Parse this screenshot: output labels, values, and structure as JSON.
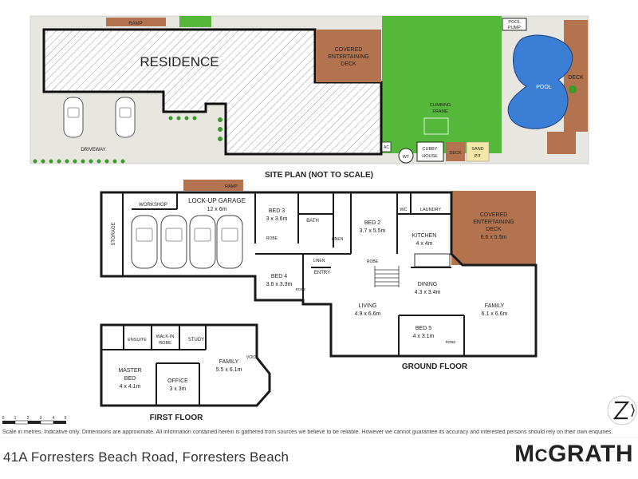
{
  "site_plan": {
    "caption": "SITE PLAN (NOT TO SCALE)",
    "residence": "RESIDENCE",
    "ramp": "RAMP",
    "covered_deck": [
      "COVERED",
      "ENTERTAINING",
      "DECK"
    ],
    "pool_pump": [
      "POOL",
      "PUMP"
    ],
    "pool": "POOL",
    "deck": "DECK",
    "climbing_frame": [
      "CLIMBING",
      "FRAME"
    ],
    "cubby_house": [
      "CUBBY",
      "HOUSE"
    ],
    "sand_pit": [
      "SAND",
      "PIT"
    ],
    "wt": "WT",
    "ac": "AC",
    "driveway": "DRIVEWAY"
  },
  "ground_floor": {
    "caption": "GROUND FLOOR",
    "ramp": "RAMP",
    "workshop": "WORKSHOP",
    "garage": {
      "name": "LOCK-UP GARAGE",
      "size": "12 x 6m"
    },
    "storage": "STORAGE",
    "bed3": {
      "name": "BED 3",
      "size": "3 x 3.6m"
    },
    "bath": "BATH",
    "wc": "WC",
    "laundry": "LAUNDRY",
    "bed2": {
      "name": "BED 2",
      "size": "3.7 x 5.5m"
    },
    "kitchen": {
      "name": "KITCHEN",
      "size": "4 x 4m"
    },
    "deck": {
      "name": [
        "COVERED",
        "ENTERTAINING",
        "DECK"
      ],
      "size": "6.6 x 5.5m"
    },
    "bed4": {
      "name": "BED 4",
      "size": "3.6 x 3.3m"
    },
    "entry": "ENTRY",
    "linen": "LINEN",
    "robe": "ROBE",
    "dining": {
      "name": "DINING",
      "size": "4.3 x 3.4m"
    },
    "living": {
      "name": "LIVING",
      "size": "4.9 x 6.6m"
    },
    "family": {
      "name": "FAMILY",
      "size": "6.1 x 6.6m"
    },
    "bed5": {
      "name": "BED 5",
      "size": "4 x 3.1m"
    }
  },
  "first_floor": {
    "caption": "FIRST FLOOR",
    "ensuite": "ENSUITE",
    "walkin": [
      "WALK-IN",
      "ROBE"
    ],
    "study": "STUDY",
    "family": {
      "name": "FAMILY",
      "size": "5.5 x 6.1m"
    },
    "void": "VOID",
    "master": {
      "name": [
        "MASTER",
        "BED"
      ],
      "size": "4 x 4.1m"
    },
    "office": {
      "name": "OFFICE",
      "size": "3 x 3m"
    }
  },
  "scale": {
    "ticks": [
      "0",
      "1",
      "2",
      "3",
      "4",
      "5"
    ]
  },
  "footer": {
    "disclaimer": "Scale in metres. Indicative only. Dimensions are approximate. All information contained herein is gathered from sources we believe to be reliable. However we cannot guarantee its accuracy and interested persons should rely on their own enquiries.",
    "address": "41A Forresters Beach Road, Forresters Beach",
    "brand_m": "M",
    "brand_c": "C",
    "brand_rest": "GRATH"
  },
  "colors": {
    "lawn": "#55b83a",
    "deck": "#b3734e",
    "pool": "#3a7fd5",
    "wall": "#1a1a1a",
    "paving": "#e8e6e0",
    "building": "#ffffff"
  }
}
